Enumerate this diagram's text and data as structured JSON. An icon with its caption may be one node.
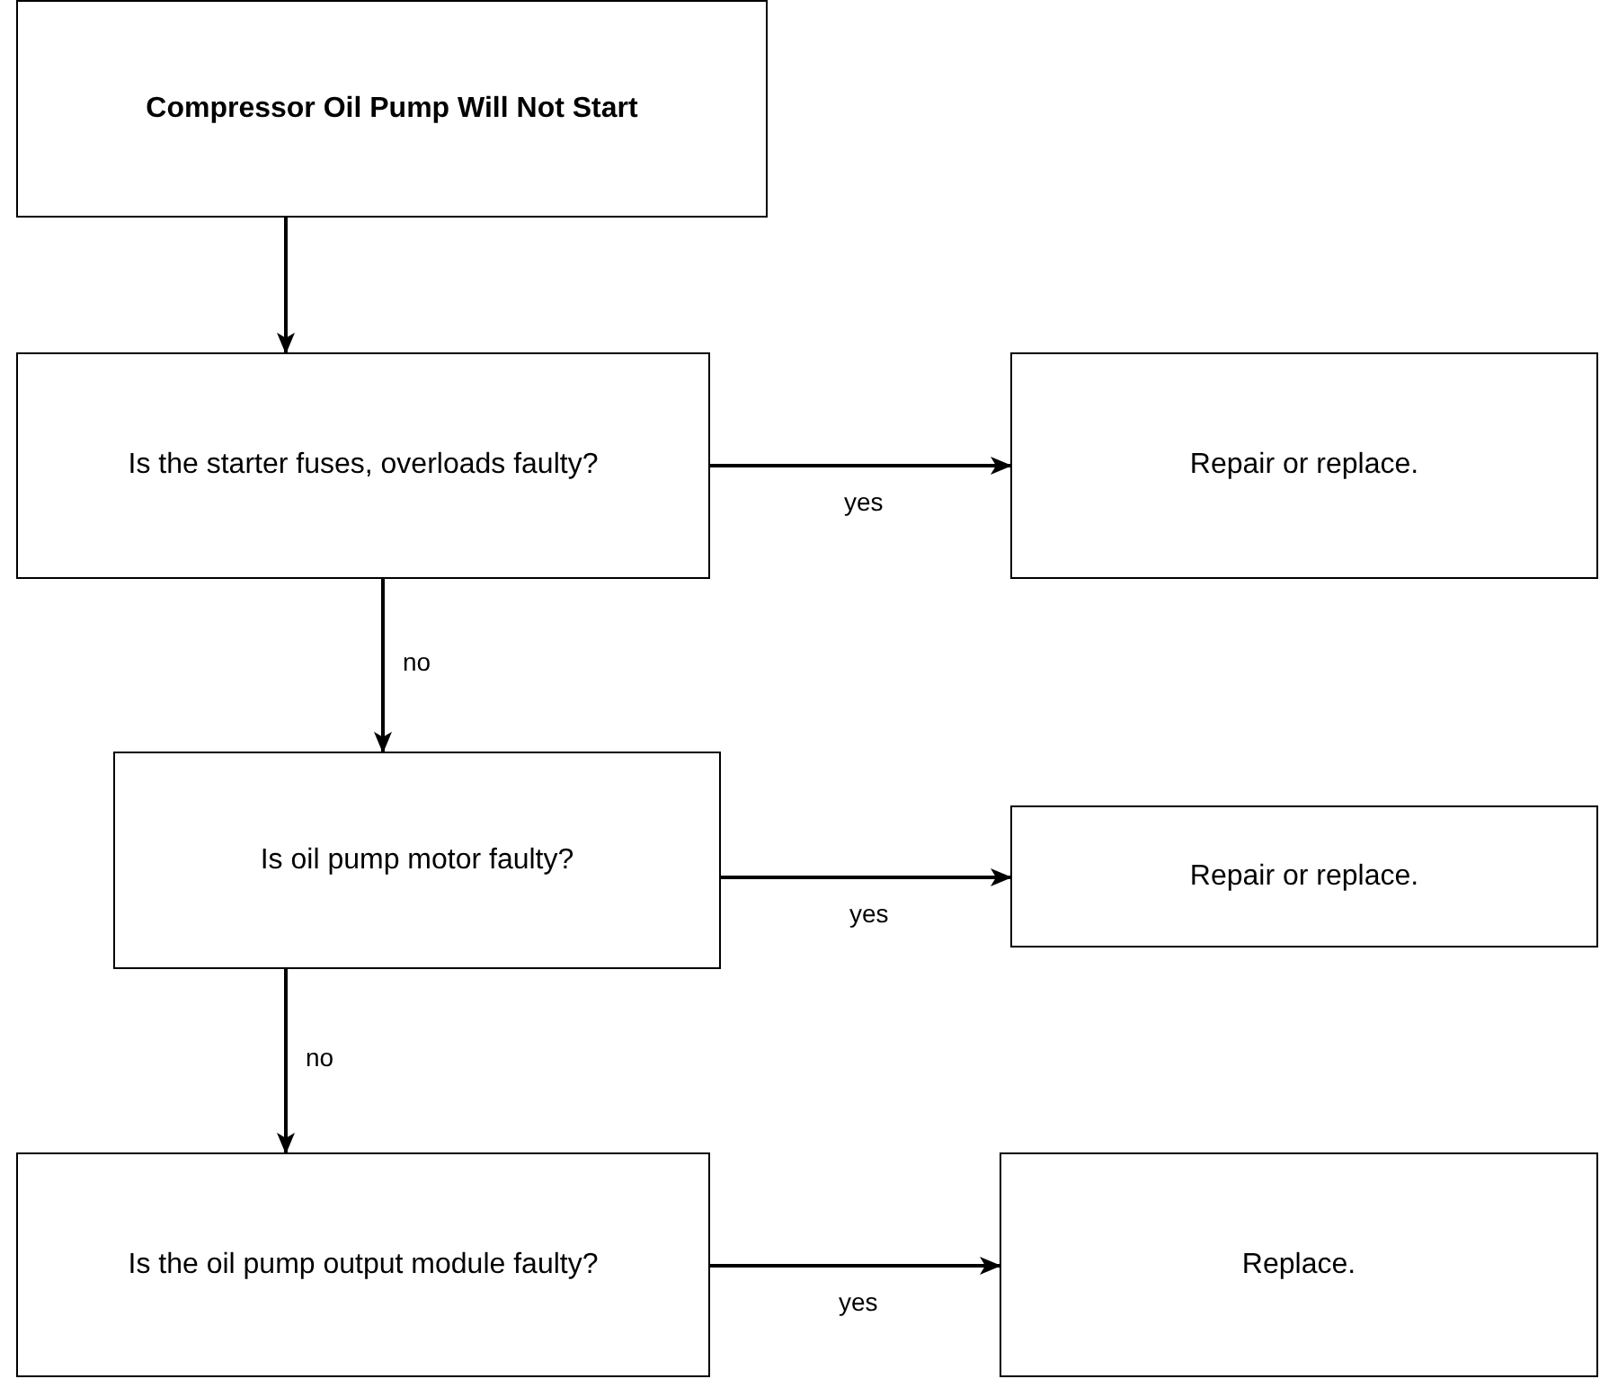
{
  "diagram": {
    "nodes": [
      {
        "text": [
          "Compressor Oil Pump Will Not Start"
        ]
      },
      {
        "text": [
          "Is the starter fuses, overloads faulty?"
        ]
      },
      {
        "text": [
          "Repair or replace."
        ]
      },
      {
        "text": [
          "Is oil pump motor faulty?"
        ]
      },
      {
        "text": [
          "Repair or replace."
        ]
      },
      {
        "text": [
          "Is the oil pump output module faulty?"
        ]
      },
      {
        "text": [
          "Replace."
        ]
      }
    ],
    "edges": [
      {
        "from": 0,
        "to": 1,
        "arrow": "to"
      },
      {
        "from": 1,
        "to": 2,
        "arrow": "to",
        "label": "yes"
      },
      {
        "from": 1,
        "to": 3,
        "arrow": "to",
        "label": "no"
      },
      {
        "from": 3,
        "to": 4,
        "arrow": "to",
        "label": "yes"
      },
      {
        "from": 3,
        "to": 5,
        "arrow": "to",
        "label": "no"
      },
      {
        "from": 5,
        "to": 6,
        "arrow": "to",
        "label": "yes"
      }
    ]
  }
}
